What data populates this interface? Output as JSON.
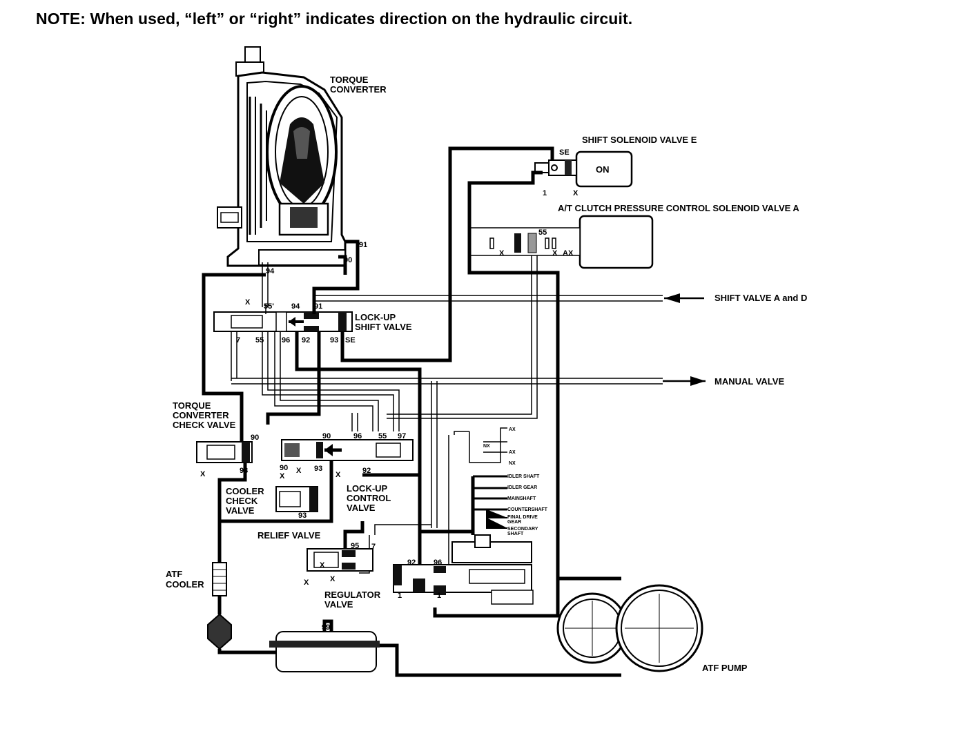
{
  "note": "NOTE: When used, “left” or “right” indicates direction on the hydraulic circuit.",
  "components": {
    "torque_converter": [
      "TORQUE",
      "CONVERTER"
    ],
    "shift_solenoid_e": "SHIFT SOLENOID VALVE E",
    "solenoid_state": "ON",
    "clutch_pressure_solenoid_a": "A/T CLUTCH PRESSURE CONTROL SOLENOID VALVE A",
    "shift_valve_a_d": "SHIFT VALVE A and D",
    "manual_valve": "MANUAL VALVE",
    "lockup_shift_valve": [
      "LOCK-UP",
      "SHIFT VALVE"
    ],
    "tc_check_valve": [
      "TORQUE",
      "CONVERTER",
      "CHECK VALVE"
    ],
    "cooler_check_valve": [
      "COOLER",
      "CHECK",
      "VALVE"
    ],
    "lockup_control_valve": [
      "LOCK-UP",
      "CONTROL",
      "VALVE"
    ],
    "relief_valve": "RELIEF VALVE",
    "atf_cooler": [
      "ATF",
      "COOLER"
    ],
    "regulator_valve": [
      "REGULATOR",
      "VALVE"
    ],
    "atf_pump": "ATF PUMP"
  },
  "lubrication": [
    "IDLER SHAFT",
    "IDLER GEAR",
    "MAINSHAFT",
    "COUNTERSHAFT",
    "FINAL DRIVE",
    "GEAR",
    "SECONDARY",
    "SHAFT"
  ],
  "port_codes": {
    "p91": "91",
    "p90": "90",
    "p94": "94",
    "p55": "55",
    "p7": "7",
    "p96": "96",
    "p92": "92",
    "p93": "93",
    "p97": "97",
    "p95": "95",
    "p1": "1",
    "p99": "99",
    "se": "SE",
    "x": "X",
    "ax": "AX",
    "nx": "NX",
    "p55p": "55'"
  }
}
